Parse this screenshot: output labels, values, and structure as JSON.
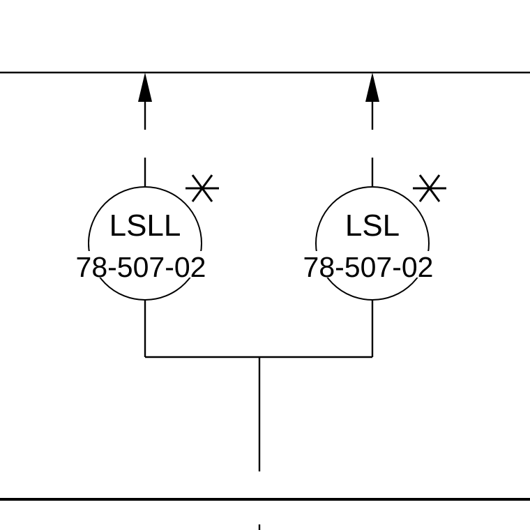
{
  "instruments": [
    {
      "tag": "LSLL",
      "number": "78-507-02",
      "marker": "*"
    },
    {
      "tag": "LSL",
      "number": "78-507-02",
      "marker": "*"
    }
  ],
  "colors": {
    "line": "#000000",
    "background": "#ffffff"
  }
}
